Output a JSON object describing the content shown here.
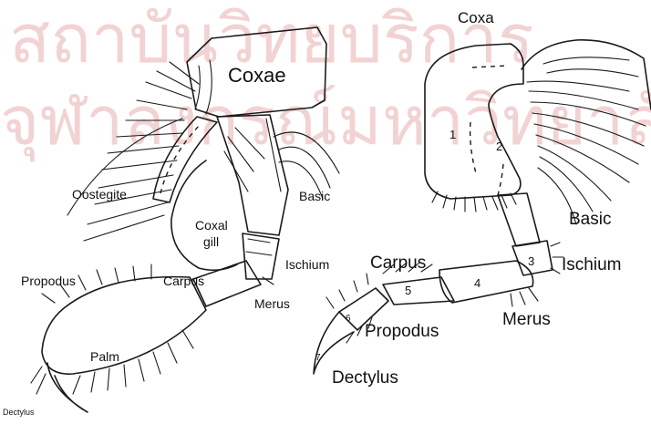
{
  "watermark": {
    "line1": "สถาบันวิทยบริการ",
    "line2": "จุฬาลงกรณ์มหาวิทยาลัย"
  },
  "left_figure": {
    "labels": {
      "coxae": "Coxae",
      "oostegite": "Oostegite",
      "basic": "Basic",
      "coxal_gill_line1": "Coxal",
      "coxal_gill_line2": "gill",
      "ischium": "Ischium",
      "propodus": "Propodus",
      "carpus": "Carpus",
      "merus": "Merus",
      "palm": "Palm",
      "dectylus": "Dectylus"
    }
  },
  "right_figure": {
    "labels": {
      "coxa": "Coxa",
      "basic": "Basic",
      "ischium": "Ischium",
      "carpus": "Carpus",
      "merus": "Merus",
      "propodus": "Propodus",
      "dectylus": "Dectylus"
    },
    "segment_numbers": [
      "1",
      "2",
      "3",
      "4",
      "5",
      "6",
      "7"
    ]
  },
  "colors": {
    "line": "#1a1a1a",
    "watermark": "#f2d2d2",
    "background": "#ffffff"
  }
}
